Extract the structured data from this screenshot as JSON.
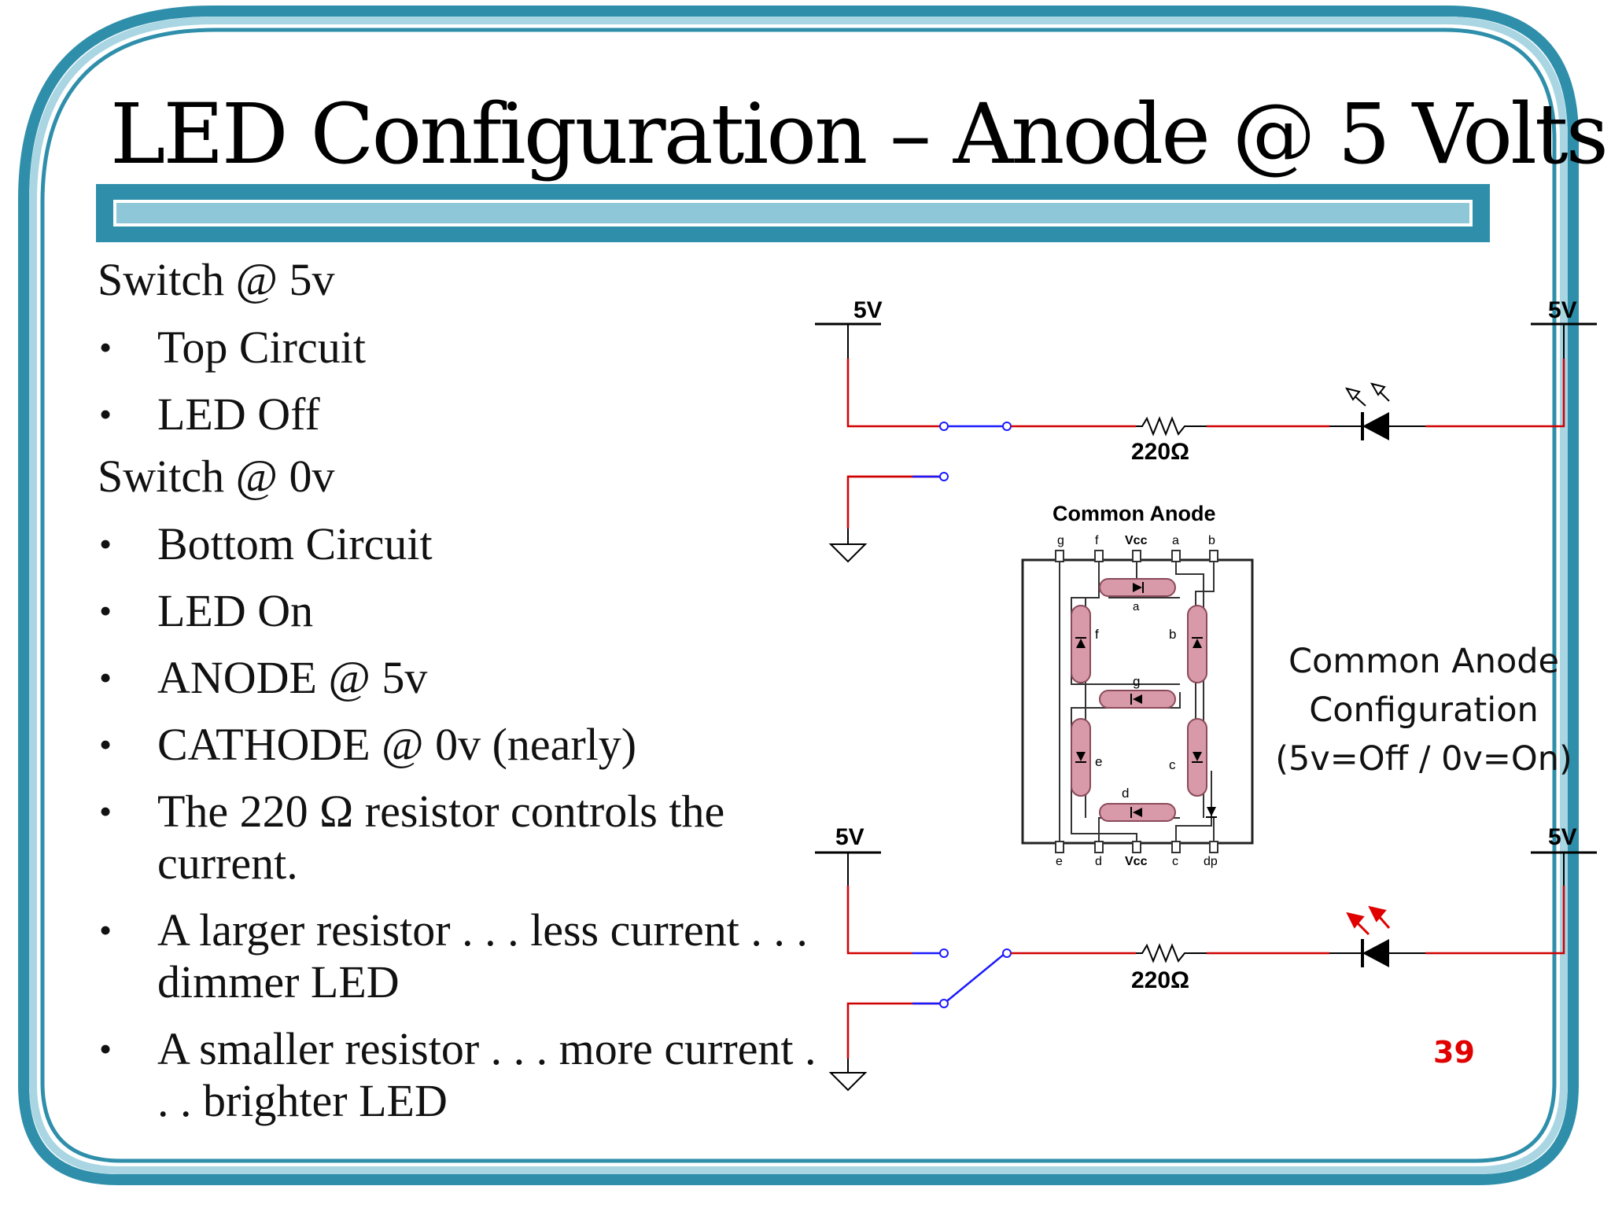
{
  "title": "LED Configuration – Anode @ 5 Volts",
  "sections": [
    {
      "heading": "Switch @ 5v",
      "bullets": [
        "Top Circuit",
        "LED Off"
      ]
    },
    {
      "heading": "Switch @ 0v",
      "bullets": [
        "Bottom Circuit",
        "LED On",
        "ANODE @ 5v",
        "CATHODE @ 0v (nearly)",
        "The 220 Ω resistor controls the current.",
        "A larger resistor . . . less current . . . dimmer LED",
        "A smaller resistor . . . more current . . . brighter LED"
      ]
    }
  ],
  "circuit": {
    "top": {
      "left_supply": "5V",
      "right_supply": "5V",
      "resistor": "220Ω"
    },
    "bottom": {
      "left_supply": "5V",
      "right_supply": "5V",
      "resistor": "220Ω"
    }
  },
  "seven_segment": {
    "title": "Common Anode",
    "top_pins": [
      "g",
      "f",
      "Vcc",
      "a",
      "b"
    ],
    "bottom_pins": [
      "e",
      "d",
      "Vcc",
      "c",
      "dp"
    ],
    "segment_labels": {
      "a": "a",
      "b": "b",
      "c": "c",
      "d": "d",
      "e": "e",
      "f": "f",
      "g": "g"
    }
  },
  "caption": [
    "Common Anode",
    "Configuration",
    "(5v=Off / 0v=On)"
  ],
  "page_number": "39",
  "colors": {
    "frame": "#2f8fab",
    "frame_light": "#8ec8d8",
    "wire_red": "#d00000",
    "wire_blue": "#1a1aff",
    "segment": "#d89aa8",
    "page_number": "#e00000"
  }
}
